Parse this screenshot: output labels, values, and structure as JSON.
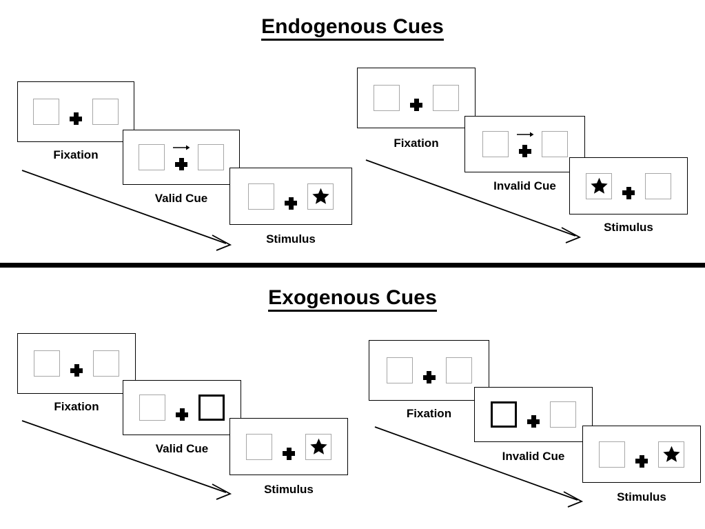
{
  "figure": {
    "title_endogenous": "Endogenous Cues",
    "title_exogenous": "Exogenous Cues"
  },
  "labels": {
    "fixation": "Fixation",
    "valid_cue": "Valid Cue",
    "invalid_cue": "Invalid Cue",
    "stimulus": "Stimulus"
  },
  "icons": {
    "star": "star-icon",
    "plus": "fixation-cross-icon",
    "arrow": "arrow-right-cue-icon",
    "time_arrow": "time-progression-arrow-icon"
  },
  "colors": {
    "box_border": "#a6a6a6",
    "cued_box_border": "#000000",
    "panel_border": "#000000",
    "ink": "#000000",
    "background": "#ffffff"
  },
  "sequences": [
    {
      "id": "endogenous-valid",
      "section": "Endogenous Cues",
      "cue_type": "endogenous",
      "validity": "valid",
      "panels": [
        {
          "name": "fixation",
          "caption": "Fixation",
          "cue": "none",
          "left_box": "empty",
          "right_box": "empty",
          "target": "none"
        },
        {
          "name": "valid-cue",
          "caption": "Valid Cue",
          "cue": "arrow-right",
          "left_box": "empty",
          "right_box": "empty",
          "target": "none"
        },
        {
          "name": "stimulus",
          "caption": "Stimulus",
          "cue": "none",
          "left_box": "empty",
          "right_box": "star",
          "target": "right"
        }
      ]
    },
    {
      "id": "endogenous-invalid",
      "section": "Endogenous Cues",
      "cue_type": "endogenous",
      "validity": "invalid",
      "panels": [
        {
          "name": "fixation",
          "caption": "Fixation",
          "cue": "none",
          "left_box": "empty",
          "right_box": "empty",
          "target": "none"
        },
        {
          "name": "invalid-cue",
          "caption": "Invalid Cue",
          "cue": "arrow-right",
          "left_box": "empty",
          "right_box": "empty",
          "target": "none"
        },
        {
          "name": "stimulus",
          "caption": "Stimulus",
          "cue": "none",
          "left_box": "star",
          "right_box": "empty",
          "target": "left"
        }
      ]
    },
    {
      "id": "exogenous-valid",
      "section": "Exogenous Cues",
      "cue_type": "exogenous",
      "validity": "valid",
      "panels": [
        {
          "name": "fixation",
          "caption": "Fixation",
          "cue": "none",
          "left_box": "empty",
          "right_box": "empty",
          "target": "none"
        },
        {
          "name": "valid-cue",
          "caption": "Valid Cue",
          "cue": "box-flash-right",
          "left_box": "empty",
          "right_box": "cued",
          "target": "none"
        },
        {
          "name": "stimulus",
          "caption": "Stimulus",
          "cue": "none",
          "left_box": "empty",
          "right_box": "star",
          "target": "right"
        }
      ]
    },
    {
      "id": "exogenous-invalid",
      "section": "Exogenous Cues",
      "cue_type": "exogenous",
      "validity": "invalid",
      "panels": [
        {
          "name": "fixation",
          "caption": "Fixation",
          "cue": "none",
          "left_box": "empty",
          "right_box": "empty",
          "target": "none"
        },
        {
          "name": "invalid-cue",
          "caption": "Invalid Cue",
          "cue": "box-flash-left",
          "left_box": "cued",
          "right_box": "empty",
          "target": "none"
        },
        {
          "name": "stimulus",
          "caption": "Stimulus",
          "cue": "none",
          "left_box": "empty",
          "right_box": "star",
          "target": "right"
        }
      ]
    }
  ]
}
